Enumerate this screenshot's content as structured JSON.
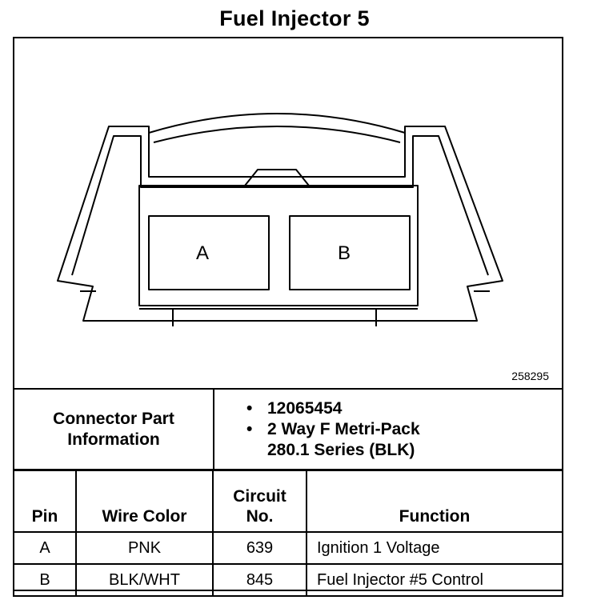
{
  "title": "Fuel Injector 5",
  "diagram": {
    "reference_number": "258295",
    "cavity_a_label": "A",
    "cavity_b_label": "B"
  },
  "connector_info": {
    "label": "Connector Part Information",
    "part_number": "12065454",
    "description_line1": "2 Way F Metri-Pack",
    "description_line2": "280.1 Series (BLK)"
  },
  "pin_table": {
    "headers": {
      "pin": "Pin",
      "wire_color": "Wire Color",
      "circuit_line1": "Circuit",
      "circuit_line2": "No.",
      "function": "Function"
    },
    "rows": [
      {
        "pin": "A",
        "wire_color": "PNK",
        "circuit": "639",
        "function": "Ignition 1 Voltage"
      },
      {
        "pin": "B",
        "wire_color": "BLK/WHT",
        "circuit": "845",
        "function": "Fuel Injector #5 Control"
      }
    ]
  }
}
